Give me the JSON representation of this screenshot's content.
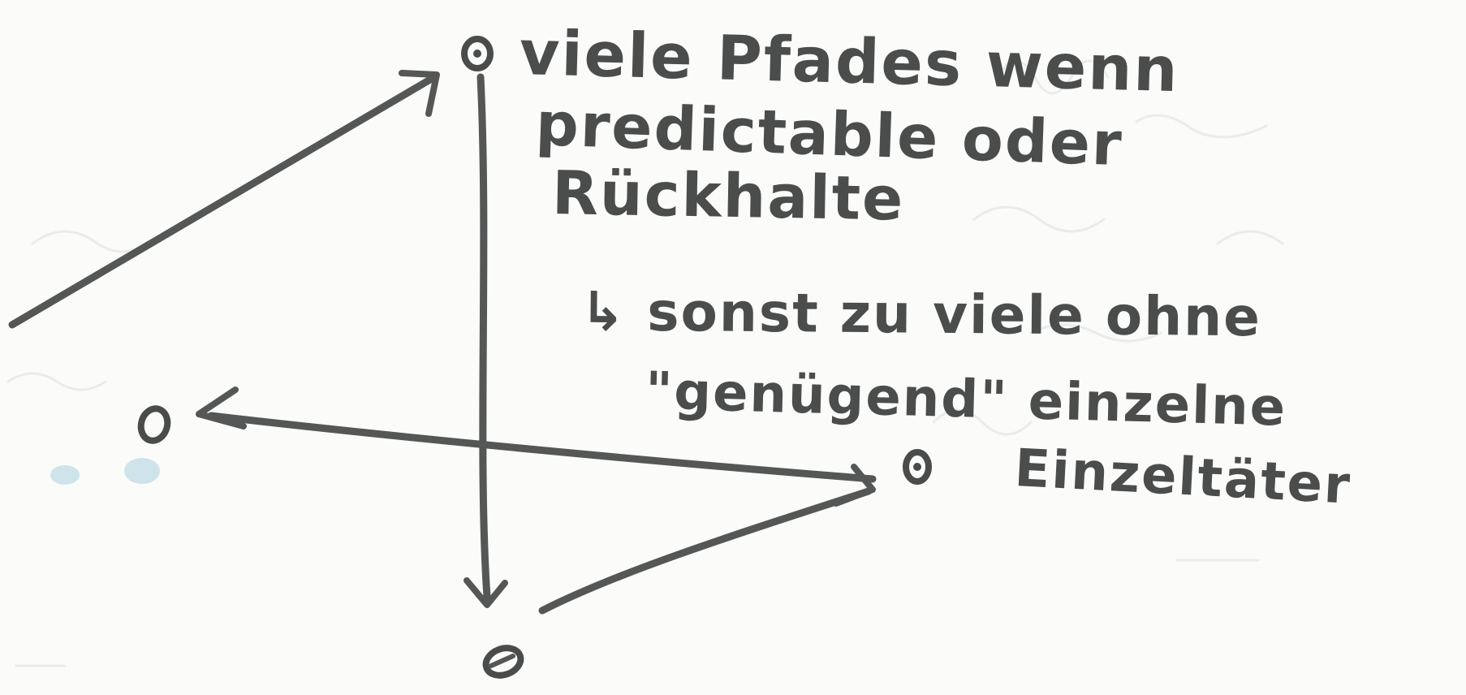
{
  "notes": {
    "top_line1": "viele Pfades wenn",
    "top_line2": "predictable oder",
    "top_line3": "Rückhalte",
    "arrow_line1": "↳ sonst  zu viele ohne",
    "arrow_line2": "\"genügend\" einzelne",
    "right_label": "Einzeltäter"
  }
}
